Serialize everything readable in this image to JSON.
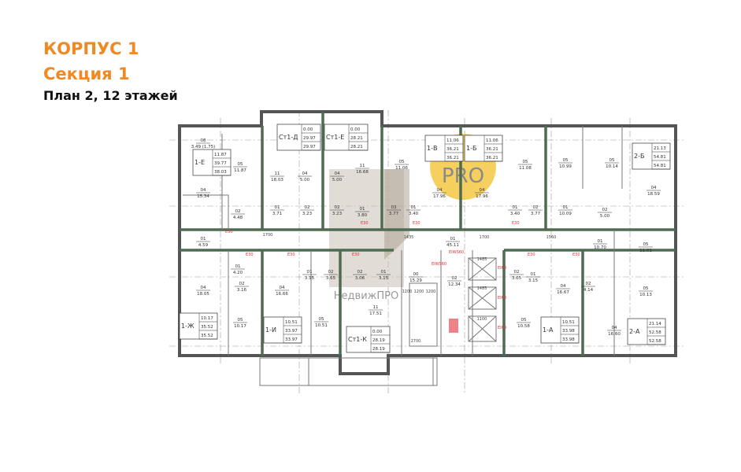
{
  "header": {
    "building": "КОРПУС 1",
    "section": "Секция 1",
    "plan": "План 2, 12 этажей"
  },
  "watermark": {
    "badge": "PRO",
    "text": "НедвижПРО",
    "badge_color": "#f5c842"
  },
  "colors": {
    "title": "#ef8a22",
    "wall": "#555555",
    "inner_wall": "#4f6b52",
    "fire": "#e0303a"
  },
  "apartments": [
    {
      "id": "1-Е",
      "values": [
        "11.87",
        "39.77",
        "38.03"
      ]
    },
    {
      "id": "Ст1-Д",
      "values": [
        "0.00",
        "29.97",
        "29.97"
      ]
    },
    {
      "id": "Ст1-Е",
      "values": [
        "0.00",
        "28.21",
        "28.21"
      ]
    },
    {
      "id": "1-В",
      "values": [
        "11.06",
        "36.21",
        "36.21"
      ]
    },
    {
      "id": "1-Б",
      "values": [
        "11.06",
        "36.21",
        "36.21"
      ]
    },
    {
      "id": "2-Б",
      "values": [
        "21.13",
        "54.81",
        "54.81"
      ]
    },
    {
      "id": "1-Ж",
      "values": [
        "10.17",
        "35.52",
        "35.52"
      ]
    },
    {
      "id": "1-И",
      "values": [
        "10.51",
        "33.97",
        "33.97"
      ]
    },
    {
      "id": "Ст1-К",
      "values": [
        "0.00",
        "28.19",
        "28.19"
      ]
    },
    {
      "id": "1-А",
      "values": [
        "10.51",
        "33.98",
        "33.98"
      ]
    },
    {
      "id": "2-А",
      "values": [
        "21.14",
        "52.58",
        "52.58"
      ]
    }
  ],
  "rooms": [
    [
      "08",
      "3.49 (1.75)"
    ],
    [
      "05",
      "11.87"
    ],
    [
      "04",
      "15.34"
    ],
    [
      "02",
      "4.48"
    ],
    [
      "01",
      "4.59"
    ],
    [
      "11",
      "18.03"
    ],
    [
      "04",
      "5.00"
    ],
    [
      "04",
      "5.00"
    ],
    [
      "11",
      "16.68"
    ],
    [
      "01",
      "3.71"
    ],
    [
      "02",
      "3.23"
    ],
    [
      "02",
      "3.23"
    ],
    [
      "01",
      "3.80"
    ],
    [
      "05",
      "11.06"
    ],
    [
      "03",
      "3.77"
    ],
    [
      "01",
      "3.40"
    ],
    [
      "04",
      "17.96"
    ],
    [
      "04",
      "17.96"
    ],
    [
      "05",
      "11.08"
    ],
    [
      "01",
      "3.40"
    ],
    [
      "02",
      "3.77"
    ],
    [
      "05",
      "10.99"
    ],
    [
      "05",
      "10.14"
    ],
    [
      "04",
      "18.59"
    ],
    [
      "01",
      "10.09"
    ],
    [
      "02",
      "5.00"
    ],
    [
      "01",
      "45.11"
    ],
    [
      "01",
      "10.70"
    ],
    [
      "05",
      "11.01"
    ],
    [
      "01",
      "4.20"
    ],
    [
      "02",
      "3.16"
    ],
    [
      "04",
      "18.05"
    ],
    [
      "05",
      "10.17"
    ],
    [
      "04",
      "16.66"
    ],
    [
      "01",
      "3.15"
    ],
    [
      "02",
      "3.65"
    ],
    [
      "02",
      "3.06"
    ],
    [
      "01",
      "3.15"
    ],
    [
      "05",
      "10.51"
    ],
    [
      "11",
      "17.51"
    ],
    [
      "00",
      "15.29"
    ],
    [
      "02",
      "12.34"
    ],
    [
      "05",
      "10.58"
    ],
    [
      "01",
      "3.15"
    ],
    [
      "02",
      "3.65"
    ],
    [
      "04",
      "16.67"
    ],
    [
      "02",
      "4.14"
    ],
    [
      "04",
      "16.60"
    ],
    [
      "05",
      "10.13"
    ]
  ],
  "dimensions": [
    "1700",
    "1435",
    "1700",
    "1560",
    "2700",
    "1200",
    "1200",
    "1200",
    "1485",
    "1485",
    "1100"
  ],
  "fire_labels": [
    "E30",
    "E30",
    "E30",
    "E30",
    "E30",
    "E30",
    "E30",
    "E30",
    "E30",
    "EI60",
    "EI60",
    "EI60",
    "EIWS60",
    "EIWS60"
  ]
}
